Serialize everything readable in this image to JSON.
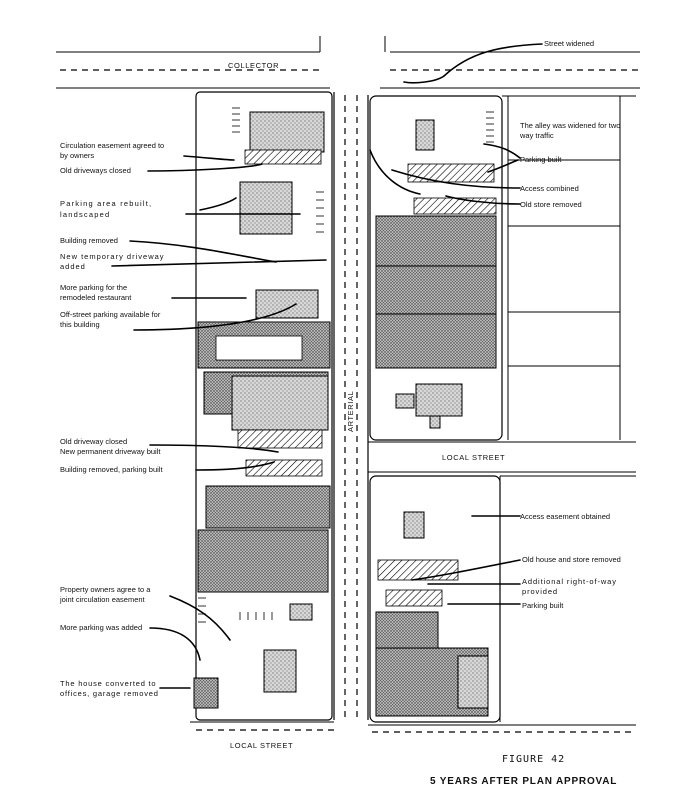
{
  "streets": {
    "collector": "COLLECTOR",
    "arterial": "ARTERIAL",
    "local_street_right": "LOCAL STREET",
    "local_street_bottom": "LOCAL STREET"
  },
  "figure": {
    "number": "FIGURE 42",
    "title": "5 YEARS AFTER PLAN APPROVAL"
  },
  "left_annotations": [
    {
      "lines": [
        "Circulation easement agreed to",
        "by owners"
      ]
    },
    {
      "lines": [
        "Old driveways closed"
      ]
    },
    {
      "lines": [
        "Parking area rebuilt,",
        "landscaped"
      ]
    },
    {
      "lines": [
        "Building removed"
      ]
    },
    {
      "lines": [
        "New temporary driveway",
        "added"
      ]
    },
    {
      "lines": [
        "More parking for the",
        "remodeled restaurant"
      ]
    },
    {
      "lines": [
        "Off-street parking available for",
        "this building"
      ]
    },
    {
      "lines": [
        "Old driveway closed",
        "New permanent driveway built"
      ]
    },
    {
      "lines": [
        "Building removed, parking built"
      ]
    },
    {
      "lines": [
        "Property owners agree to a",
        "joint circulation easement"
      ]
    },
    {
      "lines": [
        "More parking was added"
      ]
    },
    {
      "lines": [
        "The house converted to",
        "offices, garage removed"
      ]
    }
  ],
  "right_annotations": [
    {
      "lines": [
        "Street widened"
      ]
    },
    {
      "lines": [
        "The alley was widened for two",
        "way traffic"
      ]
    },
    {
      "lines": [
        "Parking built"
      ]
    },
    {
      "lines": [
        "Access combined"
      ]
    },
    {
      "lines": [
        "Old store removed"
      ]
    },
    {
      "lines": [
        "Access easement obtained"
      ]
    },
    {
      "lines": [
        "Old house and store removed"
      ]
    },
    {
      "lines": [
        "Additional right-of-way",
        "provided"
      ]
    },
    {
      "lines": [
        "Parking built"
      ]
    }
  ]
}
